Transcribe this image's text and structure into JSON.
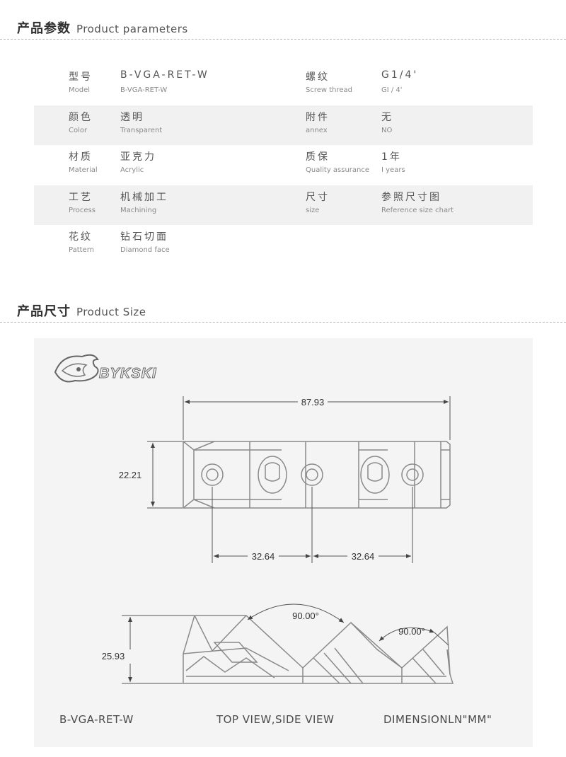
{
  "params_header": {
    "zh": "产品参数",
    "en": "Product parameters"
  },
  "params": {
    "rows": [
      {
        "left": {
          "zh": "型号",
          "en": "Model",
          "value_zh": "B-VGA-RET-W",
          "value_en": "B-VGA-RET-W"
        },
        "right": {
          "zh": "螺纹",
          "en": "Screw thread",
          "value_zh": "G1/4'",
          "value_en": "GI / 4'"
        }
      },
      {
        "left": {
          "zh": "颜色",
          "en": "Color",
          "value_zh": "透明",
          "value_en": "Transparent"
        },
        "right": {
          "zh": "附件",
          "en": "annex",
          "value_zh": "无",
          "value_en": "NO"
        }
      },
      {
        "left": {
          "zh": "材质",
          "en": "Material",
          "value_zh": "亚克力",
          "value_en": "Acrylic"
        },
        "right": {
          "zh": "质保",
          "en": "Quality assurance",
          "value_zh": "1年",
          "value_en": "I years"
        }
      },
      {
        "left": {
          "zh": "工艺",
          "en": "Process",
          "value_zh": "机械加工",
          "value_en": "Machining"
        },
        "right": {
          "zh": "尺寸",
          "en": "size",
          "value_zh": "参照尺寸图",
          "value_en": "Reference size chart"
        }
      },
      {
        "left": {
          "zh": "花纹",
          "en": "Pattern",
          "value_zh": "钻石切面",
          "value_en": "Diamond face"
        }
      }
    ]
  },
  "size_header": {
    "zh": "产品尺寸",
    "en": "Product Size"
  },
  "diagram": {
    "brand": "BYKSKI",
    "dims": {
      "length": "87.93",
      "width": "22.21",
      "spacing1": "32.64",
      "spacing2": "32.64",
      "height": "25.93",
      "angle1": "90.00°",
      "angle2": "90.00°"
    },
    "footer": {
      "model": "B-VGA-RET-W",
      "view": "TOP VIEW,SIDE VIEW",
      "unit": "DIMENSIONLN\"MM\""
    }
  }
}
